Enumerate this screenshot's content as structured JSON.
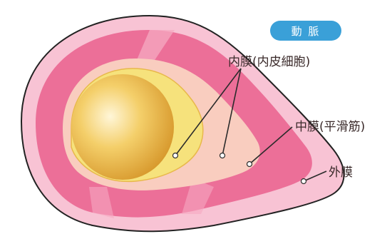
{
  "title": "動 脈",
  "labels": {
    "intima": "内膜(内皮細胞)",
    "media": "中膜(平滑筋)",
    "adventitia": "外膜"
  },
  "colors": {
    "badge": "#3aa0d8",
    "adventitia": "#f4a9c2",
    "media": "#e8628f",
    "intima": "#f7c6b9",
    "endothelium": "#f6e06a",
    "lumen": "#f0c55a"
  }
}
